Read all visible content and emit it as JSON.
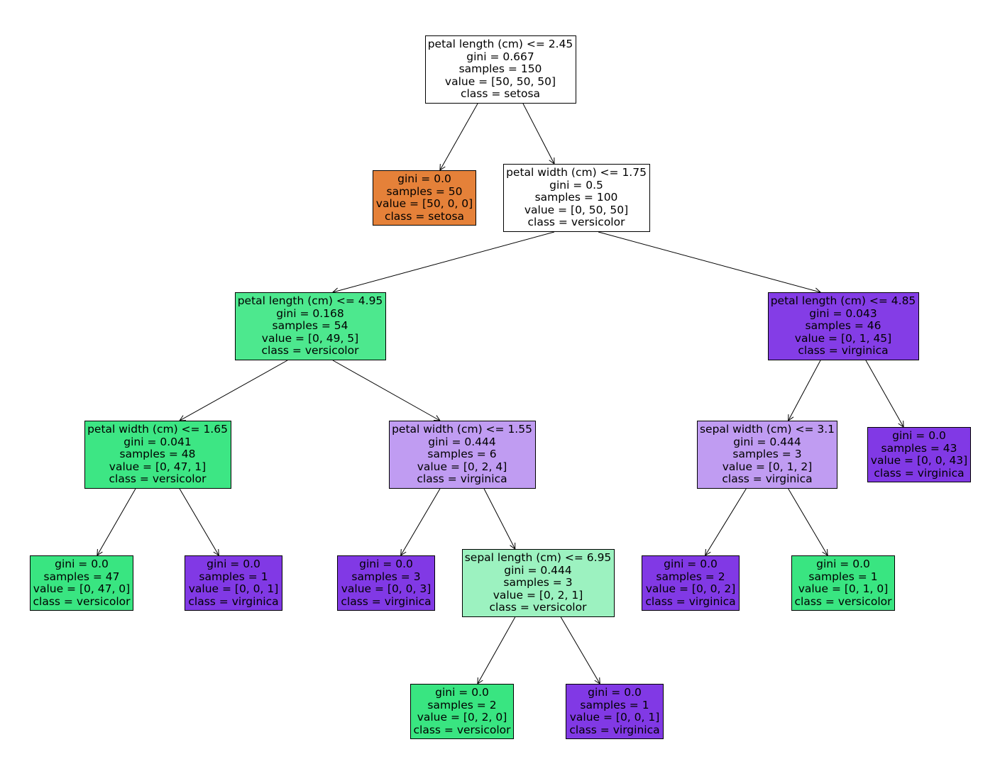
{
  "colors": {
    "setosa": "#e58139",
    "versicolor": "#39e581",
    "virginica": "#8139e5",
    "background": "#ffffff",
    "edge": "#000000"
  },
  "nodes": [
    {
      "id": "n0",
      "parent": null,
      "class": "setosa",
      "purity": 0.0,
      "lines": [
        "petal length (cm) <= 2.45",
        "gini = 0.667",
        "samples = 150",
        "value = [50, 50, 50]",
        "class = setosa"
      ]
    },
    {
      "id": "n1",
      "parent": "n0",
      "class": "setosa",
      "purity": 1.0,
      "lines": [
        "gini = 0.0",
        "samples = 50",
        "value = [50, 0, 0]",
        "class = setosa"
      ]
    },
    {
      "id": "n2",
      "parent": "n0",
      "class": "versicolor",
      "purity": 0.0,
      "lines": [
        "petal width (cm) <= 1.75",
        "gini = 0.5",
        "samples = 100",
        "value = [0, 50, 50]",
        "class = versicolor"
      ]
    },
    {
      "id": "n3",
      "parent": "n2",
      "class": "versicolor",
      "purity": 0.898,
      "lines": [
        "petal length (cm) <= 4.95",
        "gini = 0.168",
        "samples = 54",
        "value = [0, 49, 5]",
        "class = versicolor"
      ]
    },
    {
      "id": "n4",
      "parent": "n2",
      "class": "virginica",
      "purity": 0.978,
      "lines": [
        "petal length (cm) <= 4.85",
        "gini = 0.043",
        "samples = 46",
        "value = [0, 1, 45]",
        "class = virginica"
      ]
    },
    {
      "id": "n5",
      "parent": "n3",
      "class": "versicolor",
      "purity": 0.979,
      "lines": [
        "petal width (cm) <= 1.65",
        "gini = 0.041",
        "samples = 48",
        "value = [0, 47, 1]",
        "class = versicolor"
      ]
    },
    {
      "id": "n6",
      "parent": "n3",
      "class": "virginica",
      "purity": 0.5,
      "lines": [
        "petal width (cm) <= 1.55",
        "gini = 0.444",
        "samples = 6",
        "value = [0, 2, 4]",
        "class = virginica"
      ]
    },
    {
      "id": "n7",
      "parent": "n4",
      "class": "virginica",
      "purity": 0.5,
      "lines": [
        "sepal width (cm) <= 3.1",
        "gini = 0.444",
        "samples = 3",
        "value = [0, 1, 2]",
        "class = virginica"
      ]
    },
    {
      "id": "n8",
      "parent": "n4",
      "class": "virginica",
      "purity": 1.0,
      "lines": [
        "gini = 0.0",
        "samples = 43",
        "value = [0, 0, 43]",
        "class = virginica"
      ]
    },
    {
      "id": "n9",
      "parent": "n5",
      "class": "versicolor",
      "purity": 1.0,
      "lines": [
        "gini = 0.0",
        "samples = 47",
        "value = [0, 47, 0]",
        "class = versicolor"
      ]
    },
    {
      "id": "n10",
      "parent": "n5",
      "class": "virginica",
      "purity": 1.0,
      "lines": [
        "gini = 0.0",
        "samples = 1",
        "value = [0, 0, 1]",
        "class = virginica"
      ]
    },
    {
      "id": "n11",
      "parent": "n6",
      "class": "virginica",
      "purity": 1.0,
      "lines": [
        "gini = 0.0",
        "samples = 3",
        "value = [0, 0, 3]",
        "class = virginica"
      ]
    },
    {
      "id": "n12",
      "parent": "n6",
      "class": "versicolor",
      "purity": 0.5,
      "lines": [
        "sepal length (cm) <= 6.95",
        "gini = 0.444",
        "samples = 3",
        "value = [0, 2, 1]",
        "class = versicolor"
      ]
    },
    {
      "id": "n13",
      "parent": "n7",
      "class": "virginica",
      "purity": 1.0,
      "lines": [
        "gini = 0.0",
        "samples = 2",
        "value = [0, 0, 2]",
        "class = virginica"
      ]
    },
    {
      "id": "n14",
      "parent": "n7",
      "class": "versicolor",
      "purity": 1.0,
      "lines": [
        "gini = 0.0",
        "samples = 1",
        "value = [0, 1, 0]",
        "class = versicolor"
      ]
    },
    {
      "id": "n15",
      "parent": "n12",
      "class": "versicolor",
      "purity": 1.0,
      "lines": [
        "gini = 0.0",
        "samples = 2",
        "value = [0, 2, 0]",
        "class = versicolor"
      ]
    },
    {
      "id": "n16",
      "parent": "n12",
      "class": "virginica",
      "purity": 1.0,
      "lines": [
        "gini = 0.0",
        "samples = 1",
        "value = [0, 0, 1]",
        "class = virginica"
      ]
    }
  ]
}
